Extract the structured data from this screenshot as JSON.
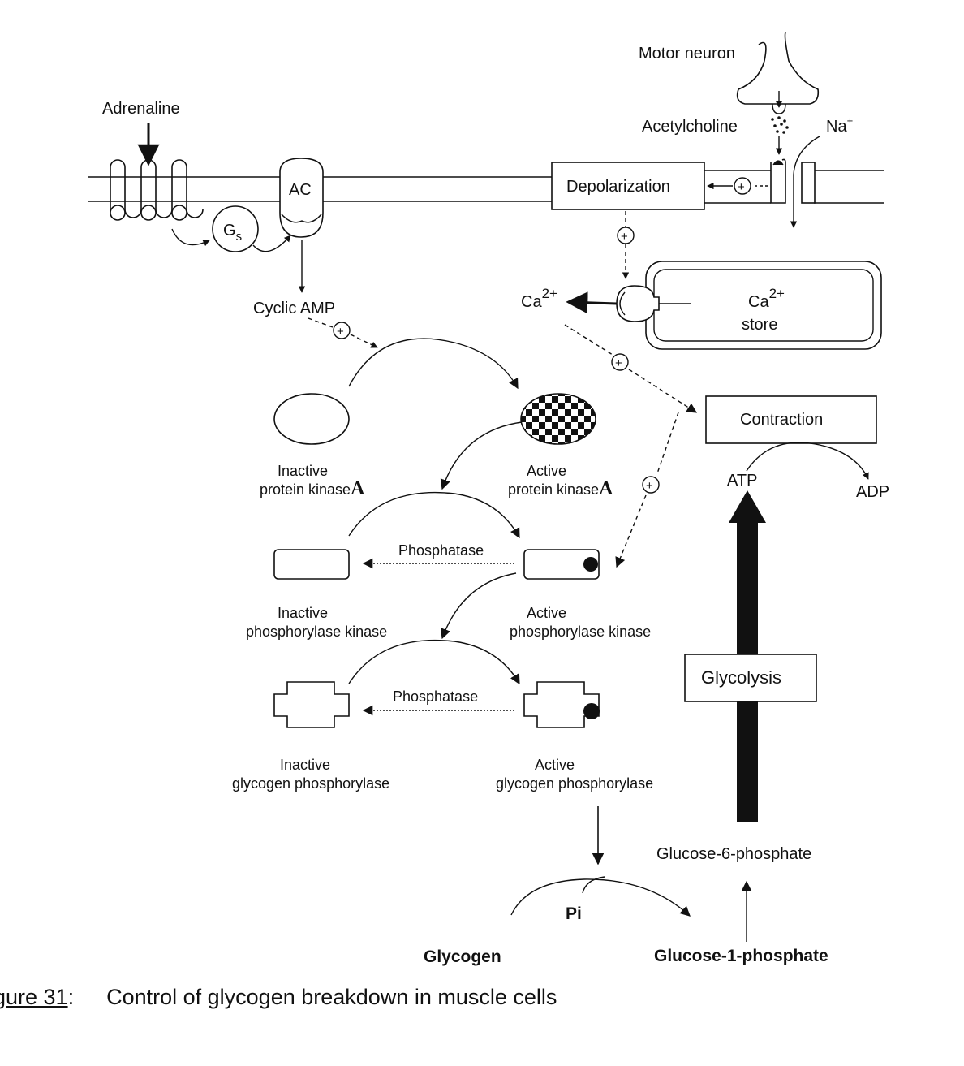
{
  "labels": {
    "motor_neuron": "Motor neuron",
    "acetylcholine": "Acetylcholine",
    "na": "Na",
    "na_sup": "+",
    "adrenaline": "Adrenaline",
    "ac": "AC",
    "gs": "G",
    "gs_sub": "s",
    "depolarization": "Depolarization",
    "plus": "+",
    "ca_free": "Ca",
    "ca_sup": "2+",
    "ca_store_line1": "Ca",
    "ca_store_sup": "2+",
    "ca_store_line2": "store",
    "cyclic_amp": "Cyclic AMP",
    "contraction": "Contraction",
    "atp": "ATP",
    "adp": "ADP",
    "inactive_pka_1": "Inactive",
    "inactive_pka_2": "protein kinase",
    "active_pka_1": "Active",
    "active_pka_2": "protein kinase",
    "pka_letter": "A",
    "phosphatase_1": "Phosphatase",
    "inactive_phk_1": "Inactive",
    "inactive_phk_2": "phosphorylase kinase",
    "active_phk_1": "Active",
    "active_phk_2": "phosphorylase kinase",
    "glycolysis": "Glycolysis",
    "phosphatase_2": "Phosphatase",
    "inactive_gp_1": "Inactive",
    "inactive_gp_2": "glycogen phosphorylase",
    "active_gp_1": "Active",
    "active_gp_2": "glycogen phosphorylase",
    "g6p": "Glucose-6-phosphate",
    "pi": "Pi",
    "glycogen": "Glycogen",
    "g1p": "Glucose-1-phosphate"
  },
  "caption": {
    "figure": "gure 31",
    "colon": ":",
    "text": "Control of glycogen breakdown in muscle cells"
  }
}
